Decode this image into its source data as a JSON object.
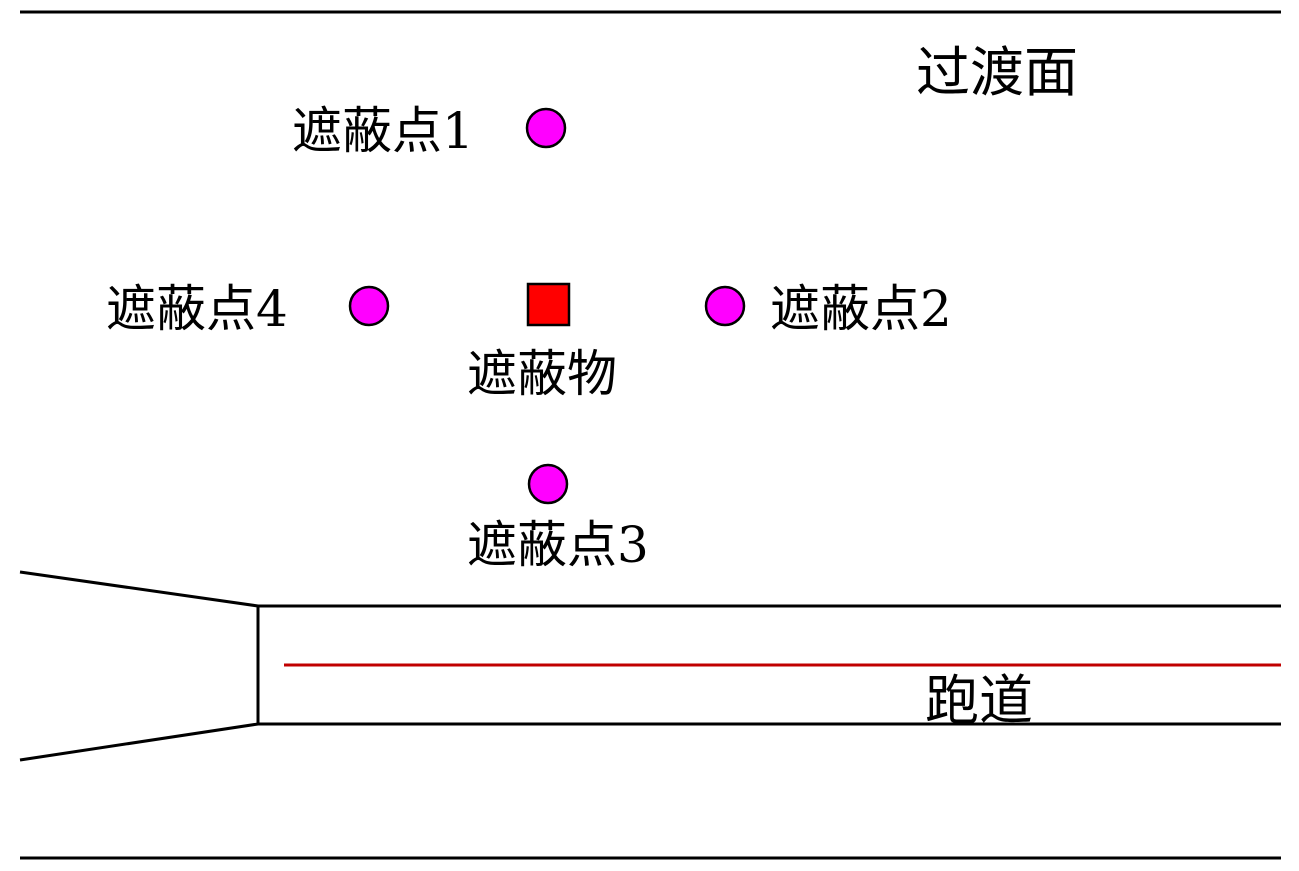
{
  "labels": {
    "transition_surface": "过渡面",
    "runway": "跑道",
    "obstacle": "遮蔽物",
    "point1": "遮蔽点1",
    "point2": "遮蔽点2",
    "point3": "遮蔽点3",
    "point4": "遮蔽点4"
  },
  "colors": {
    "line": "#000000",
    "centerline": "#c00000",
    "shadow_point": "#ff00ff",
    "obstacle": "#ff0000",
    "outline": "#000000",
    "background": "#ffffff"
  },
  "icons": {
    "shadow_point": "magenta-circle",
    "obstacle": "red-square"
  }
}
